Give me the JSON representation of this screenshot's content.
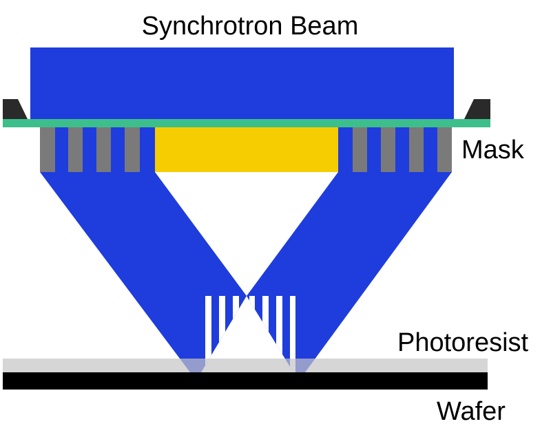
{
  "labels": {
    "beam": "Synchrotron Beam",
    "mask": "Mask",
    "photoresist": "Photoresist",
    "wafer": "Wafer"
  },
  "colors": {
    "beam": "#1f3ddc",
    "membrane": "#3cbf8a",
    "absorber": "#f5cd00",
    "grating_bar": "#7a7a7a",
    "frame": "#2a2a2a",
    "photoresist": "#c4c4c4",
    "wafer": "#000000"
  }
}
